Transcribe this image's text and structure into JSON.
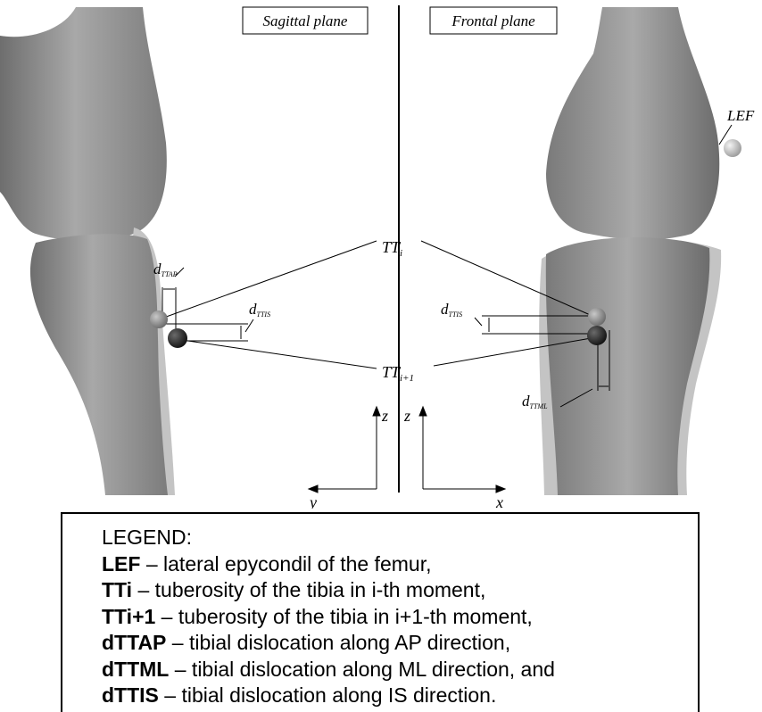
{
  "panels": {
    "left_title": "Sagittal plane",
    "right_title": "Frontal plane"
  },
  "labels": {
    "lef": "LEF",
    "tti_main": "TT",
    "tti_sub": "i",
    "tti1_main": "TT",
    "tti1_sub": "i+1",
    "d_main": "d",
    "dttap_sub": "TTAP",
    "dttis_left_sub": "TTIS",
    "dttis_right_sub": "TTIS",
    "dttml_sub": "TTML"
  },
  "axes": {
    "left_z": "z",
    "left_y": "y",
    "right_z": "z",
    "right_x": "x"
  },
  "legend": {
    "title": "LEGEND:",
    "items": [
      {
        "term": "LEF",
        "desc": " – lateral epycondil of the femur,"
      },
      {
        "term": "TTi",
        "desc": " – tuberosity of the tibia in i-th moment,"
      },
      {
        "term": "TTi+1",
        "desc": " – tuberosity of the tibia in i+1-th moment,"
      },
      {
        "term": "dTTAP",
        "desc": " – tibial dislocation along AP direction,"
      },
      {
        "term": "dTTML",
        "desc": " – tibial dislocation along ML direction, and"
      },
      {
        "term": "dTTIS",
        "desc": " – tibial dislocation along IS direction."
      }
    ]
  },
  "colors": {
    "bone": "#8f8f8f",
    "bone_light": "#b5b5b5",
    "bone_dark": "#5a5a5a",
    "marker_i": "#9a9a9a",
    "marker_i1": "#2a2a2a",
    "lef_marker": "#dcdcdc"
  }
}
